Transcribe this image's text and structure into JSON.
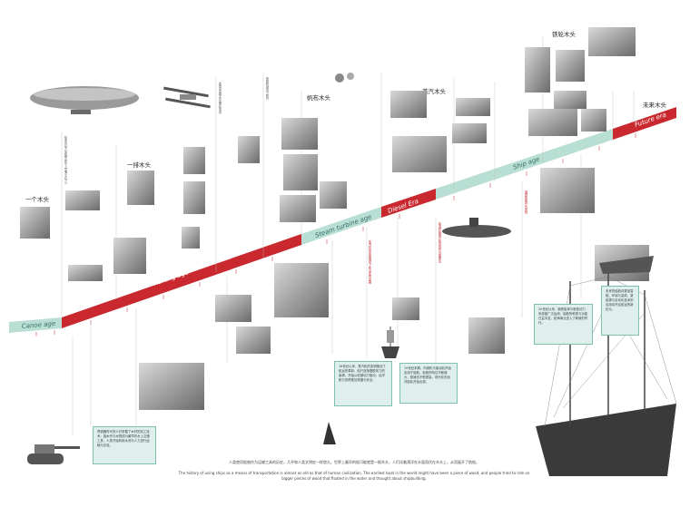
{
  "eras": {
    "canoe": "Canoe age",
    "rafting": "Rafting age",
    "steam": "Steam turbine age",
    "diesel": "Diesel Era",
    "ship": "Ship age",
    "future": "Future era"
  },
  "era_titles": {
    "one_log": "一个木头",
    "one_row": "一排木头",
    "sail": "帆布木头",
    "steam": "蒸汽木头",
    "steel": "铁轮木头",
    "future": "未来木头"
  },
  "notes": {
    "n1": "青铜器时代的人们掌握了木材的加工技术，独木舟与木筏成为最早的水上交通工具，人类开始利用水流与人力进行运输与迁徙。",
    "n2": "18世纪以来，蒸汽机的发明推动了航运的革新，船只逐渐摆脱风力的束缚，开始以机械动力驱动，远洋航行变得更加快捷与安全。",
    "n3": "19世纪末期，内燃机与柴油机开始应用于船舶，船舶的吨位不断增大，航速也不断提高，现代化的远洋船队开始出现。",
    "n4": "20世纪以来，钢铁船体与新型动力系统被广泛运用，船舶的种类与功能日益丰富，航海事业进入了崭新的时代。",
    "n5": "未来的船舶将更加智能、环保与高效，新能源与自动化技术的应用将开启航运的新纪元。"
  },
  "caption": {
    "zh": "人类使用船舶作为运输工具的历史，几乎和人类文明史一样悠久。世界上最早的船可能就是一根木头，人们试着漂浮在水面而伏在木头上，从而展开了航船。",
    "en": "The history of using ships as a means of transportation is almost as old as that of human civilization. The earliest boat in the world might have been a piece of wood, and people tried to ride on bigger pieces of wood that floated in the water and thought about shipbuilding."
  },
  "colors": {
    "red": "#c8282e",
    "teal": "#b9ded3",
    "tealText": "#3a6f6a"
  }
}
